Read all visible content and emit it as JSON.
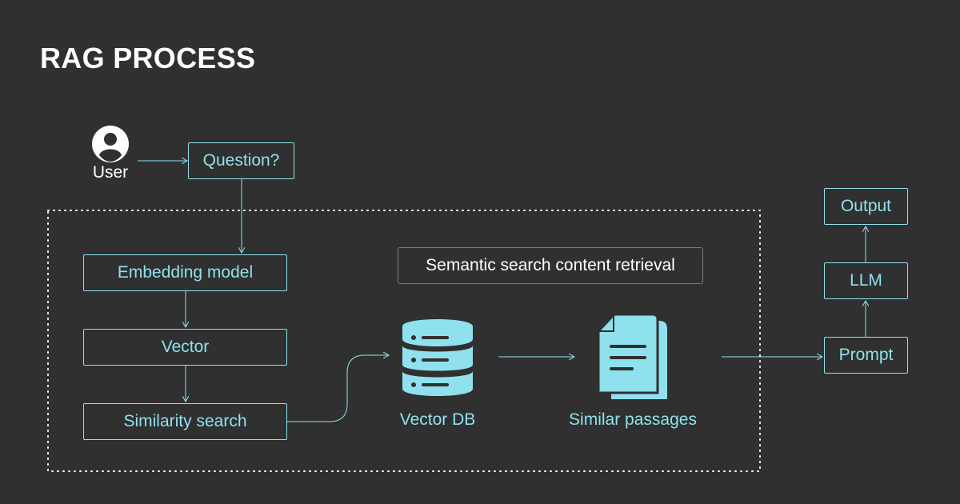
{
  "title": "RAG PROCESS",
  "colors": {
    "background": "#303030",
    "accent": "#8fe1ee",
    "text": "#ffffff",
    "frame_border": "#7a7a7a"
  },
  "user": {
    "label": "User",
    "icon": "user-icon"
  },
  "nodes": {
    "question": "Question?",
    "embedding_model": "Embedding model",
    "vector": "Vector",
    "similarity_search": "Similarity search",
    "vector_db": "Vector DB",
    "similar_passages": "Similar passages",
    "prompt": "Prompt",
    "llm": "LLM",
    "output": "Output"
  },
  "group_label": "Semantic search content retrieval",
  "icons": {
    "vector_db": "database-icon",
    "similar_passages": "documents-icon"
  }
}
